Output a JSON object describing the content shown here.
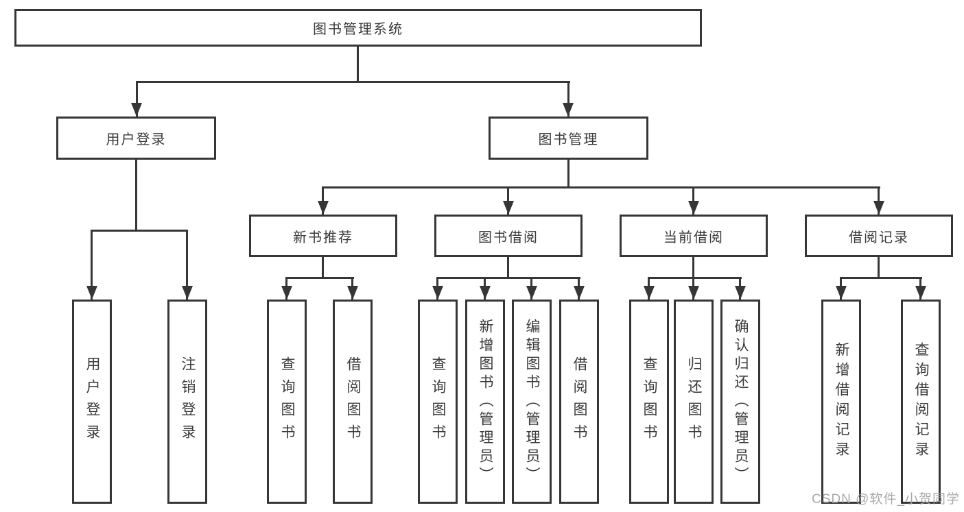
{
  "tree": {
    "root": {
      "label": "图书管理系统",
      "children": [
        {
          "label": "用户登录",
          "children": [
            {
              "label": "用户登录"
            },
            {
              "label": "注销登录"
            }
          ]
        },
        {
          "label": "图书管理",
          "children": [
            {
              "label": "新书推荐",
              "children": [
                {
                  "label": "查询图书"
                },
                {
                  "label": "借阅图书"
                }
              ]
            },
            {
              "label": "图书借阅",
              "children": [
                {
                  "label": "查询图书"
                },
                {
                  "label": "新增图书（管理员）"
                },
                {
                  "label": "编辑图书（管理员）"
                },
                {
                  "label": "借阅图书"
                }
              ]
            },
            {
              "label": "当前借阅",
              "children": [
                {
                  "label": "查询图书"
                },
                {
                  "label": "归还图书"
                },
                {
                  "label": "确认归还（管理员）"
                }
              ]
            },
            {
              "label": "借阅记录",
              "children": [
                {
                  "label": "新增借阅记录"
                },
                {
                  "label": "查询借阅记录"
                }
              ]
            }
          ]
        }
      ]
    }
  },
  "watermark": "CSDN @软件_小贺同学",
  "colors": {
    "line": "#363636",
    "text": "#3a3a3a",
    "watermark": "#a2a2a2",
    "background": "#ffffff"
  }
}
